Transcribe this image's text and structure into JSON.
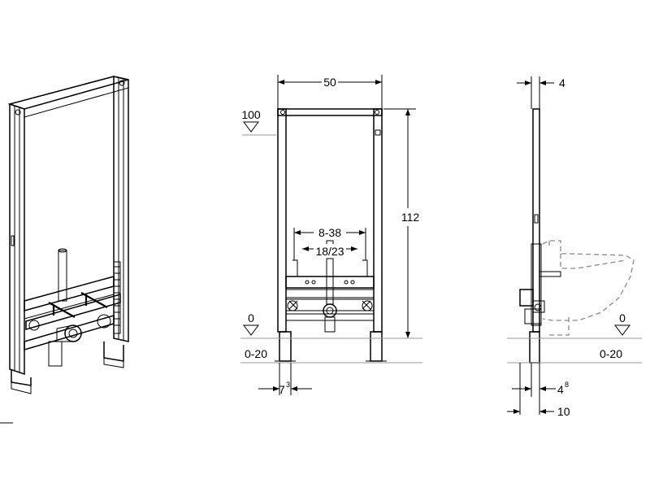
{
  "labels": {
    "width_total": "50",
    "height_total": "112",
    "level_top": "100",
    "level_zero_front": "0",
    "level_zero_side": "0",
    "floor_range_front": "0-20",
    "floor_range_side": "0-20",
    "connection_range": "8-38",
    "pipe_spacing": "18/23",
    "foot_offset": "7",
    "foot_offset_sup": "3",
    "frame_depth_top": "4",
    "offset_side": "4",
    "offset_side_sup": "8",
    "depth_bottom": "10"
  }
}
